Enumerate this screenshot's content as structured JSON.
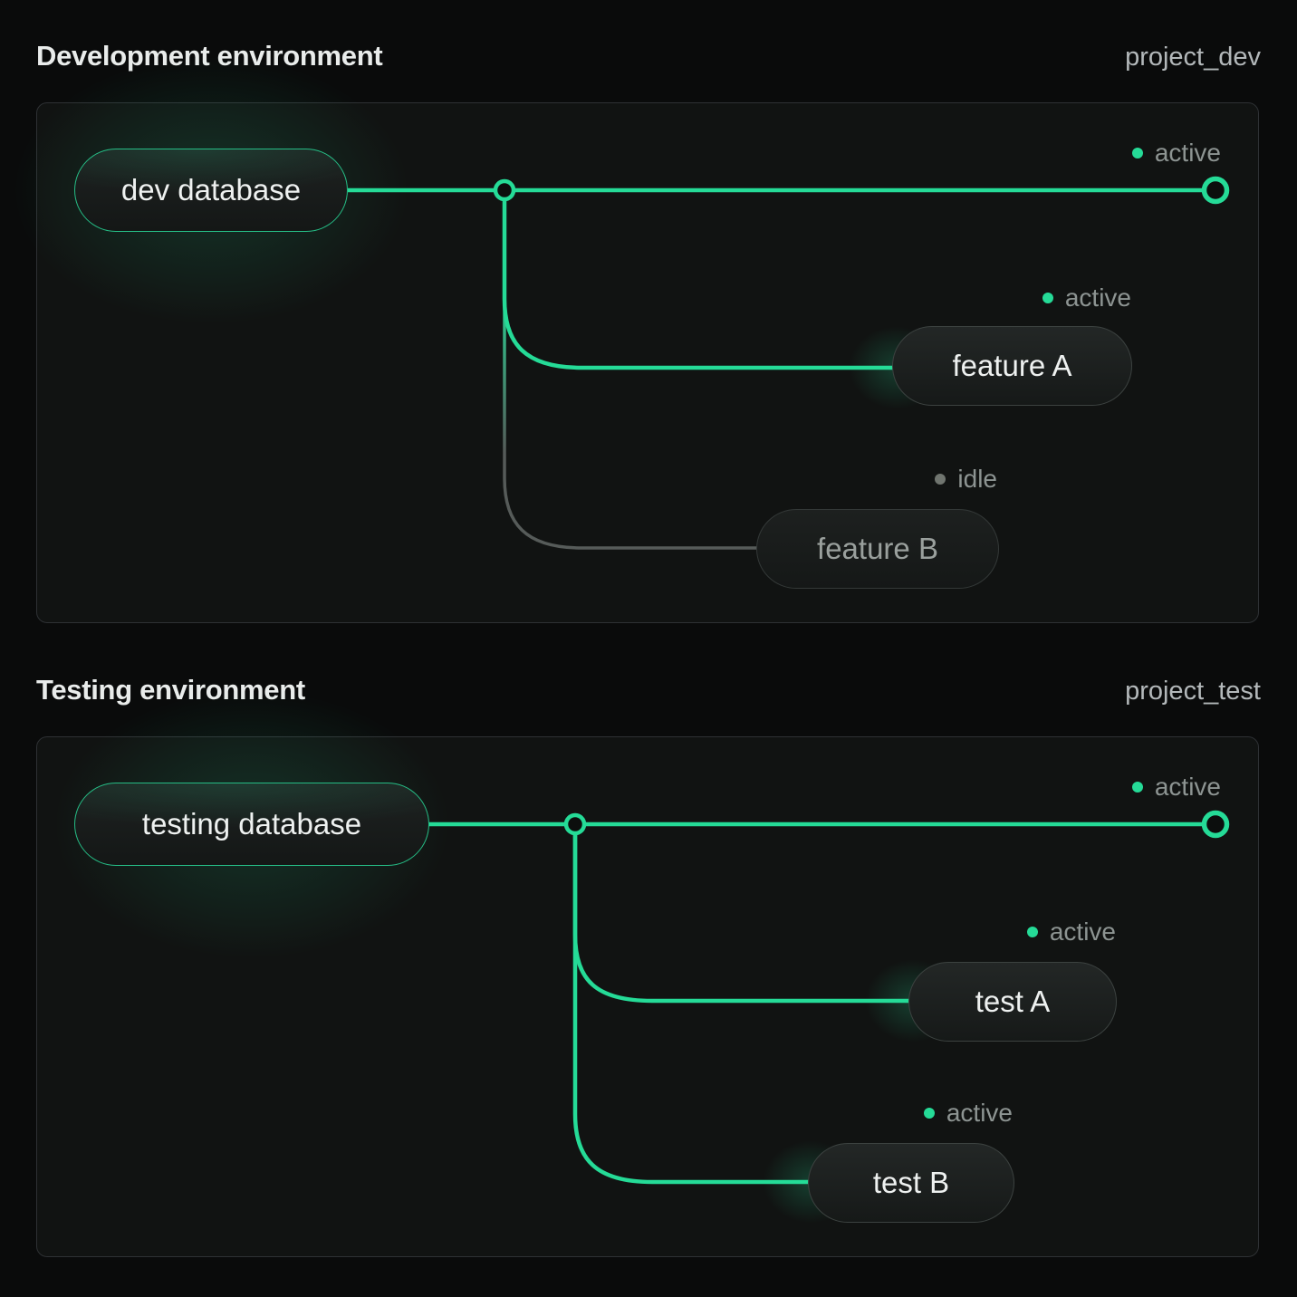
{
  "colors": {
    "accent_green": "#25db97",
    "idle_gray": "#565b59",
    "status_text": "#8d9492",
    "background": "#0a0b0b"
  },
  "panels": [
    {
      "title": "Development environment",
      "project": "project_dev",
      "root": {
        "label": "dev database",
        "status": "active"
      },
      "branches": [
        {
          "label": "feature A",
          "status": "active"
        },
        {
          "label": "feature B",
          "status": "idle"
        }
      ]
    },
    {
      "title": "Testing environment",
      "project": "project_test",
      "root": {
        "label": "testing database",
        "status": "active"
      },
      "branches": [
        {
          "label": "test A",
          "status": "active"
        },
        {
          "label": "test B",
          "status": "active"
        }
      ]
    }
  ]
}
